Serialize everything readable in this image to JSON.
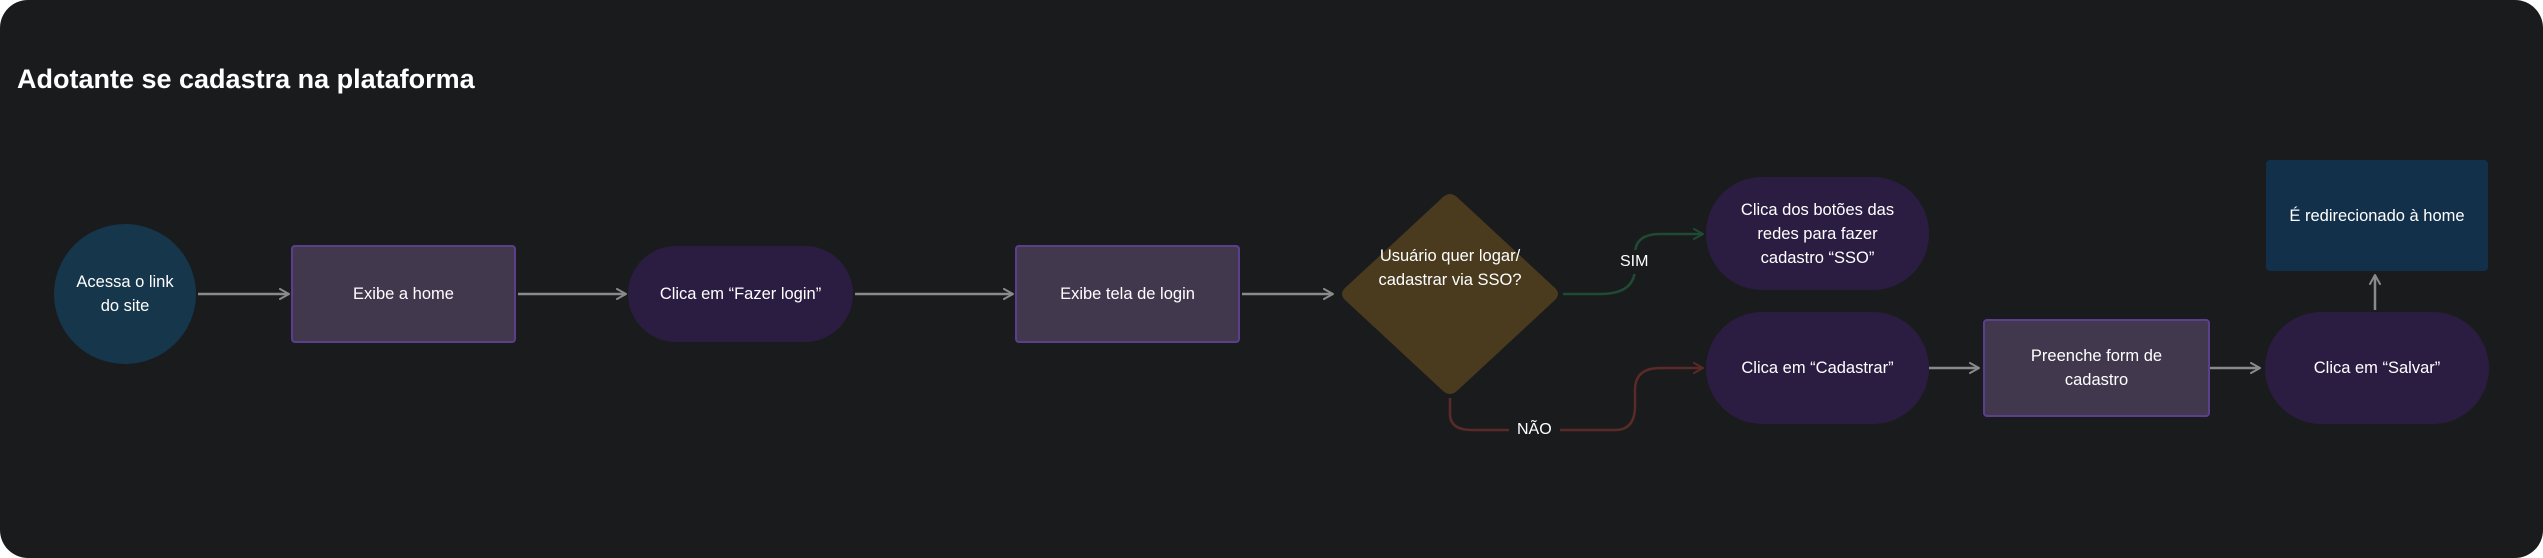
{
  "title": "Adotante se cadastra na plataforma",
  "colors": {
    "background": "#1a1b1d",
    "start_node": "#15364b",
    "process_node": "#41384e",
    "process_border": "#5c3f8c",
    "action_node": "#2b1d42",
    "decision_node": "#4a3a1e",
    "end_node": "#12304a",
    "arrow": "#8a8a8a",
    "yes_branch": "#1f4a34",
    "no_branch": "#5a2a28"
  },
  "nodes": {
    "access_link": "Acessa o link do site",
    "show_home": "Exibe a home",
    "click_login": "Clica em “Fazer login”",
    "show_login_screen": "Exibe tela de login",
    "decision": "Usuário quer logar/ cadastrar via SSO?",
    "click_sso_buttons": "Clica dos botões das redes para fazer cadastro “SSO”",
    "click_register": "Clica em “Cadastrar”",
    "fill_form": "Preenche form de cadastro",
    "click_save": "Clica em “Salvar”",
    "redirect_home": "É redirecionado à home"
  },
  "edge_labels": {
    "yes": "SIM",
    "no": "NÃO"
  }
}
